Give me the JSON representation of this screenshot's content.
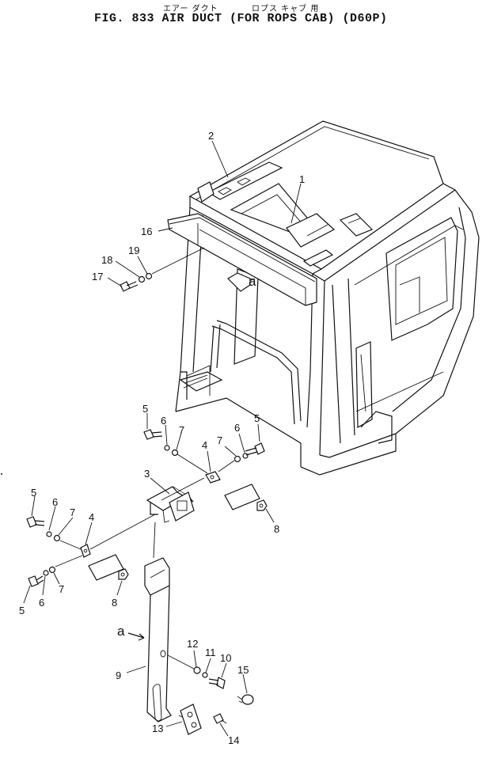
{
  "header": {
    "kana_air_duct": "エアー ダクト",
    "kana_rops_cab": "ロプス キャブ 用",
    "title": "FIG. 833  AIR DUCT (FOR ROPS CAB) (D60P)"
  },
  "diagram": {
    "view_marker": "a",
    "callouts": {
      "p1": "1",
      "p2": "2",
      "p16": "16",
      "p19": "19",
      "p18": "18",
      "p17": "17",
      "p5a": "5",
      "p6a": "6",
      "p7a": "7",
      "p4a": "4",
      "p7b": "7",
      "p6b": "6",
      "p5b": "5",
      "p3": "3",
      "p8a": "8",
      "p5c": "5",
      "p6c": "6",
      "p7c": "7",
      "p4b": "4",
      "p5d": "5",
      "p6d": "6",
      "p7d": "7",
      "p8b": "8",
      "p9": "9",
      "p12": "12",
      "p11": "11",
      "p10": "10",
      "p15": "15",
      "p13": "13",
      "p14": "14"
    }
  }
}
